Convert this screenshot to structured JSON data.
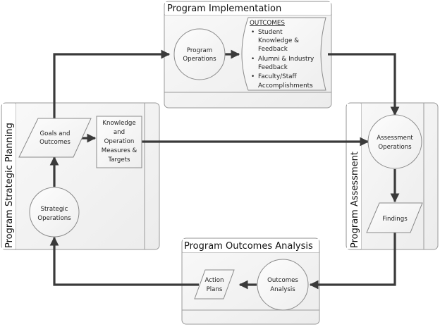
{
  "diagram": {
    "type": "swimlane-process-cycle",
    "lanes": {
      "implementation": {
        "title": "Program Implementation"
      },
      "planning": {
        "title": "Program Strategic Planning"
      },
      "assessment": {
        "title": "Program Assessment"
      },
      "analysis": {
        "title": "Program Outcomes Analysis"
      }
    },
    "nodes": {
      "program_operations": {
        "shape": "circle",
        "lines": [
          "Program",
          "Operations"
        ]
      },
      "outcomes": {
        "shape": "document",
        "heading": "OUTCOMES",
        "bullets": [
          [
            "Student",
            "Knowledge &",
            "Feedback"
          ],
          [
            "Alumni & Industry",
            "Feedback"
          ],
          [
            "Faculty/Staff",
            "Accomplishments"
          ]
        ]
      },
      "goals_outcomes": {
        "shape": "parallelogram",
        "lines": [
          "Goals and",
          "Outcomes"
        ]
      },
      "measures_targets": {
        "shape": "rectangle",
        "lines": [
          "Knowledge",
          "and",
          "Operation",
          "Measures &",
          "Targets"
        ]
      },
      "strategic_operations": {
        "shape": "circle",
        "lines": [
          "Strategic",
          "Operations"
        ]
      },
      "assessment_operations": {
        "shape": "circle",
        "lines": [
          "Assessment",
          "Operations"
        ]
      },
      "findings": {
        "shape": "parallelogram",
        "lines": [
          "Findings"
        ]
      },
      "outcomes_analysis": {
        "shape": "circle",
        "lines": [
          "Outcomes",
          "Analysis"
        ]
      },
      "action_plans": {
        "shape": "parallelogram",
        "lines": [
          "Action",
          "Plans"
        ]
      }
    },
    "edges": [
      {
        "from": "goals_outcomes",
        "to": "program_operations"
      },
      {
        "from": "program_operations",
        "to": "outcomes"
      },
      {
        "from": "outcomes",
        "to": "assessment_operations"
      },
      {
        "from": "measures_targets",
        "to": "assessment_operations"
      },
      {
        "from": "goals_outcomes",
        "to": "measures_targets"
      },
      {
        "from": "strategic_operations",
        "to": "goals_outcomes"
      },
      {
        "from": "assessment_operations",
        "to": "findings"
      },
      {
        "from": "findings",
        "to": "outcomes_analysis"
      },
      {
        "from": "outcomes_analysis",
        "to": "action_plans"
      },
      {
        "from": "action_plans",
        "to": "strategic_operations"
      }
    ],
    "colors": {
      "line": "#3a3a3a",
      "lane_border": "#9a9a9a",
      "lane_fill": "#f3f3f3",
      "shape_fill": "#f7f7f7",
      "shape_border": "#8a8a8a"
    }
  }
}
